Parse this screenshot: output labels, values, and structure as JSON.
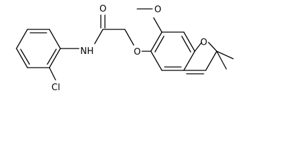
{
  "molecule": {
    "atom_labels": {
      "carbonyl_oxygen": "O",
      "amide_nitrogen": "NH",
      "ether_oxygen": "O",
      "methoxy_oxygen": "O",
      "ring_oxygen": "O",
      "chlorine": "Cl"
    }
  },
  "colors": {
    "bond": "#000000",
    "label": "#000000",
    "background": "#ffffff"
  }
}
